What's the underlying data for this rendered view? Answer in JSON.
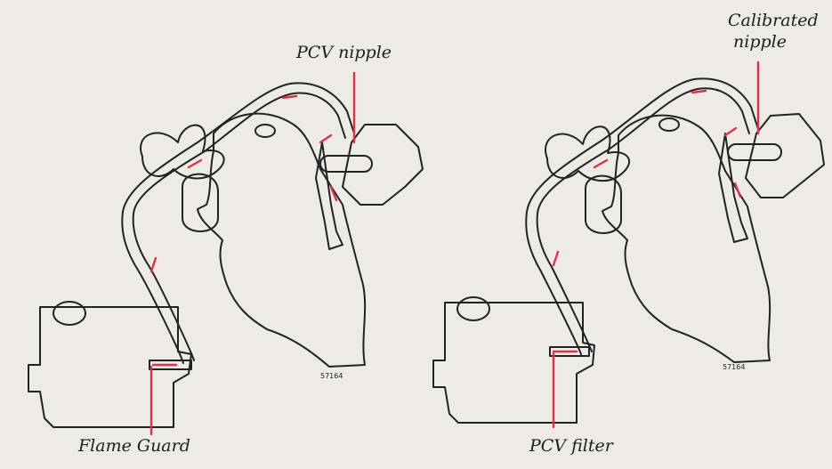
{
  "diagrams": [
    {
      "labels": {
        "top": "PCV nipple",
        "bottom": "Flame Guard"
      },
      "figure_number": "57164"
    },
    {
      "labels": {
        "top_line1": "Calibrated",
        "top_line2": "nipple",
        "bottom": "PCV filter"
      },
      "figure_number": "57164"
    }
  ],
  "colors": {
    "background": "#eeebe6",
    "line": "#222222",
    "callout": "#d9344a"
  }
}
